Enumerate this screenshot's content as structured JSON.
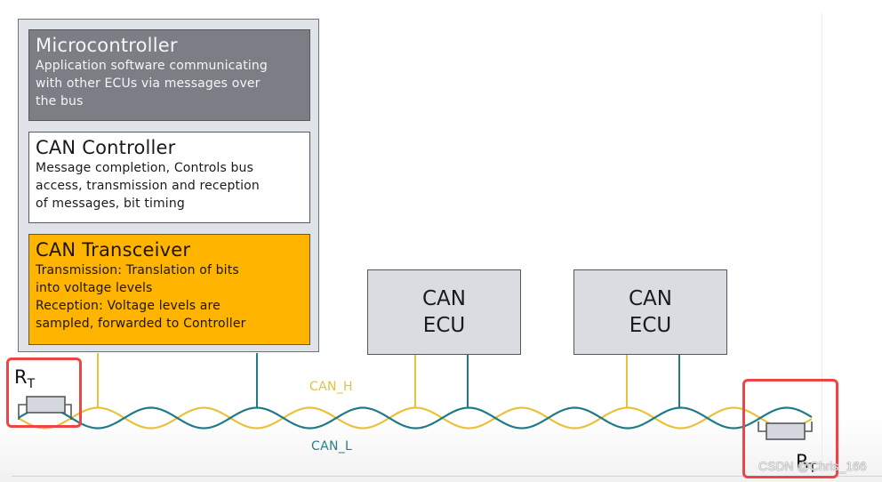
{
  "stack": {
    "microcontroller": {
      "title": "Microcontroller",
      "lines": [
        "Application software communicating",
        "with other ECUs via messages over",
        "the bus"
      ]
    },
    "can_controller": {
      "title": "CAN Controller",
      "lines": [
        "Message completion, Controls bus",
        "access, transmission and reception",
        "of messages, bit timing"
      ]
    },
    "can_transceiver": {
      "title": "CAN Transceiver",
      "lines": [
        "Transmission: Translation of bits",
        "into voltage levels",
        "Reception: Voltage levels are",
        "sampled, forwarded to Controller"
      ]
    }
  },
  "ecus": [
    {
      "line1": "CAN",
      "line2": "ECU"
    },
    {
      "line1": "CAN",
      "line2": "ECU"
    }
  ],
  "bus": {
    "can_h_label": "CAN_H",
    "can_l_label": "CAN_L",
    "can_h_color": "#e8c23a",
    "can_l_color": "#1e7b86"
  },
  "terminators": {
    "left": {
      "symbol": "R",
      "subscript": "T"
    },
    "right": {
      "symbol": "R",
      "subscript": "T"
    }
  },
  "colors": {
    "transceiver": "#ffb400",
    "microcontroller": "#7b7f85",
    "highlight": "#ef4444"
  },
  "watermark": "CSDN @Chris_166"
}
